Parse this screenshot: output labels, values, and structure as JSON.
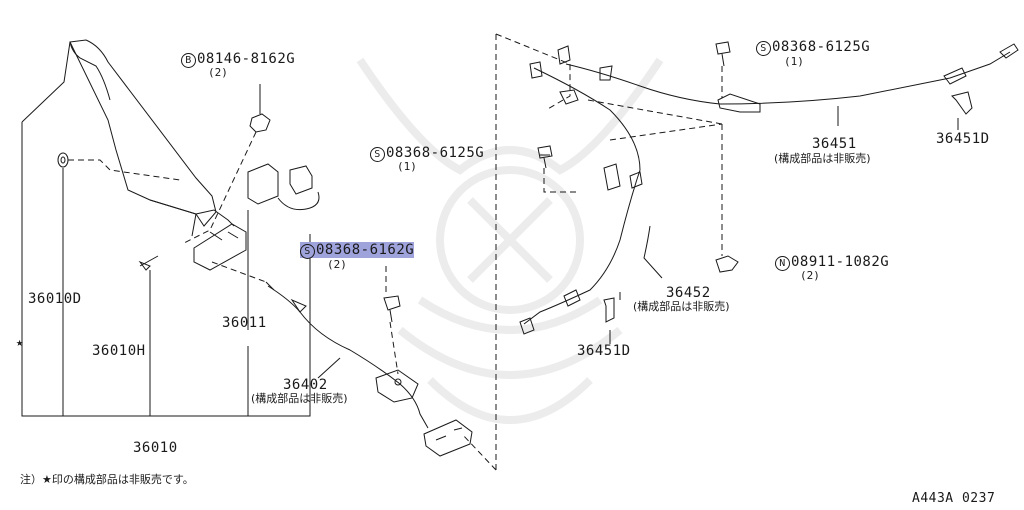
{
  "callouts": {
    "b_bolt": {
      "prefix": "B",
      "number": "08146-8162G",
      "qty": "(2)"
    },
    "s_bolt_l": {
      "prefix": "S",
      "number": "08368-6125G",
      "qty": "(1)"
    },
    "s_bolt_c": {
      "prefix": "S",
      "number": "08368-6162G",
      "qty": "(2)"
    },
    "s_bolt_r": {
      "prefix": "S",
      "number": "08368-6125G",
      "qty": "(1)"
    },
    "n_nut": {
      "prefix": "N",
      "number": "08911-1082G",
      "qty": "(2)"
    }
  },
  "parts": {
    "p36010D": "36010D",
    "p36010H": "36010H",
    "p36011": "36011",
    "p36010": "36010",
    "p36402": "36402",
    "p36402_note": "(構成部品は非販売)",
    "p36451": "36451",
    "p36451_note": "(構成部品は非販売)",
    "p36451D_right": "36451D",
    "p36452": "36452",
    "p36452_note": "(構成部品は非販売)",
    "p36451D_bottom": "36451D"
  },
  "star_marker": "★",
  "footnote": "注）★印の構成部品は非販売です。",
  "diagram_code": "A443A 0237",
  "colors": {
    "line": "#1a1a1a",
    "highlight": "#9fa3dc",
    "watermark": "#ececec"
  }
}
